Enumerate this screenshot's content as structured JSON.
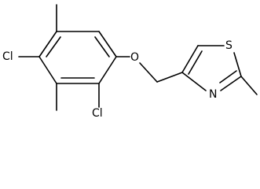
{
  "molecule": {
    "atoms": {
      "cl_upper": "Cl",
      "cl_lower": "Cl",
      "oxygen": "O",
      "sulfur": "S",
      "nitrogen": "N"
    }
  },
  "colors": {
    "bond": "#000000",
    "label": "#000000",
    "background": "#ffffff"
  }
}
